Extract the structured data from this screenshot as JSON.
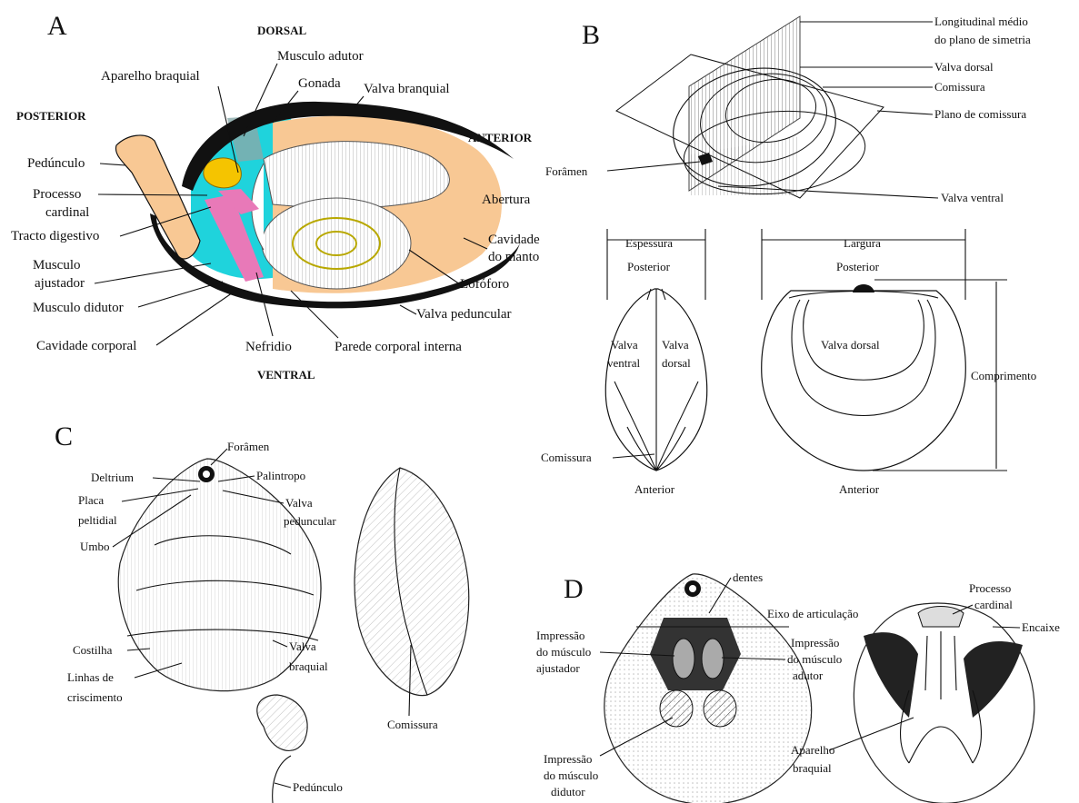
{
  "panels": {
    "a": "A",
    "b": "B",
    "c": "C",
    "d": "D"
  },
  "panel_a": {
    "dorsal": "DORSAL",
    "posterior": "POSTERIOR",
    "anterior": "ANTERIOR",
    "ventral": "VENTRAL",
    "labels": {
      "aparelho_braquial": "Aparelho braquial",
      "musculo_adutor": "Musculo adutor",
      "gonada": "Gonada",
      "valva_branquial": "Valva branquial",
      "peduncle": "Pedúnculo",
      "processo": "Processo",
      "cardinal": "cardinal",
      "tracto": "Tracto digestivo",
      "musculo": "Musculo",
      "ajustador": "ajustador",
      "musculo_didutor": "Musculo didutor",
      "cavidade_corporal": "Cavidade corporal",
      "nefridio": "Nefridio",
      "parede": "Parede corporal interna",
      "valva_peduncular": "Valva peduncular",
      "lofoforo": "Lofóforo",
      "cavidade": "Cavidade",
      "do_manto": "do manto",
      "abertura": "Abertura"
    },
    "colors": {
      "body": "#1fd3dc",
      "mantle": "#f8c894",
      "gonad": "#f5c400",
      "muscle": "#e879b8",
      "shell": "#111111"
    }
  },
  "panel_b": {
    "labels": {
      "longitudinal_1": "Longitudinal médio",
      "longitudinal_2": "do plano de simetria",
      "valva_dorsal": "Valva dorsal",
      "comissura": "Comissura",
      "plano": "Plano de comissura",
      "foramen": "Forâmen",
      "valva_ventral": "Valva ventral",
      "espessura": "Espessura",
      "posterior_1": "Posterior",
      "valva_l": "Valva",
      "ventral_l": "ventral",
      "valva_r": "Valva",
      "dorsal_r": "dorsal",
      "comissura_2": "Comissura",
      "anterior_1": "Anterior",
      "largura": "Largura",
      "posterior_2": "Posterior",
      "valva_dorsal_2": "Valva dorsal",
      "comprimento": "Comprimento",
      "anterior_2": "Anterior"
    }
  },
  "panel_c": {
    "labels": {
      "foramen": "Forâmen",
      "deltrium": "Deltrium",
      "palintropo": "Palintropo",
      "placa": "Placa",
      "peltidial": "peltidial",
      "valva": "Valva",
      "peduncular": "peduncular",
      "umbo": "Umbo",
      "costilha": "Costilha",
      "linhas": "Linhas de",
      "crescimento": "criscimento",
      "valva_b": "Valva",
      "braquial": "braquial",
      "comissura": "Comissura",
      "peduncle": "Pedúnculo"
    }
  },
  "panel_d": {
    "labels": {
      "dentes": "dentes",
      "eixo": "Eixo de articulação",
      "imp1": "Impressão",
      "imp1b": "do músculo",
      "imp1c": "ajustador",
      "imp2": "Impressão",
      "imp2b": "do músculo",
      "imp2c": "adutor",
      "imp3": "Impressão",
      "imp3b": "do músculo",
      "imp3c": "didutor",
      "processo": "Processo",
      "cardinal": "cardinal",
      "encaixe": "Encaixe",
      "aparelho": "Aparelho",
      "braquial": "braquial"
    }
  }
}
